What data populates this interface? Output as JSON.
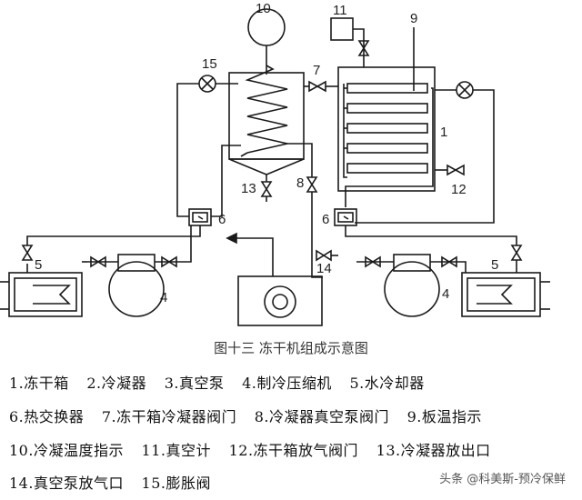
{
  "diagram": {
    "numbers": {
      "n1": "1",
      "n4a": "4",
      "n4b": "4",
      "n5a": "5",
      "n5b": "5",
      "n6a": "6",
      "n6b": "6",
      "n7": "7",
      "n8": "8",
      "n9": "9",
      "n10": "10",
      "n11": "11",
      "n12": "12",
      "n13": "13",
      "n14": "14",
      "n15": "15"
    }
  },
  "caption": "图十三  冻干机组成示意图",
  "legend": {
    "row1": [
      "1.冻干箱",
      "2.冷凝器",
      "3.真空泵",
      "4.制冷压缩机",
      "5.水冷却器"
    ],
    "row2": [
      "6.热交换器",
      "7.冻干箱冷凝器阀门",
      "8.冷凝器真空泵阀门",
      "9.板温指示"
    ],
    "row3": [
      "10.冷凝温度指示",
      "11.真空计",
      "12.冻干箱放气阀门",
      "13.冷凝器放出口"
    ],
    "row4": [
      "14.真空泵放气口",
      "15.膨胀阀"
    ]
  },
  "watermark": "头条 @科美斯-预冷保鲜",
  "colors": {
    "line": "#1a1a1a",
    "text": "#222222"
  }
}
